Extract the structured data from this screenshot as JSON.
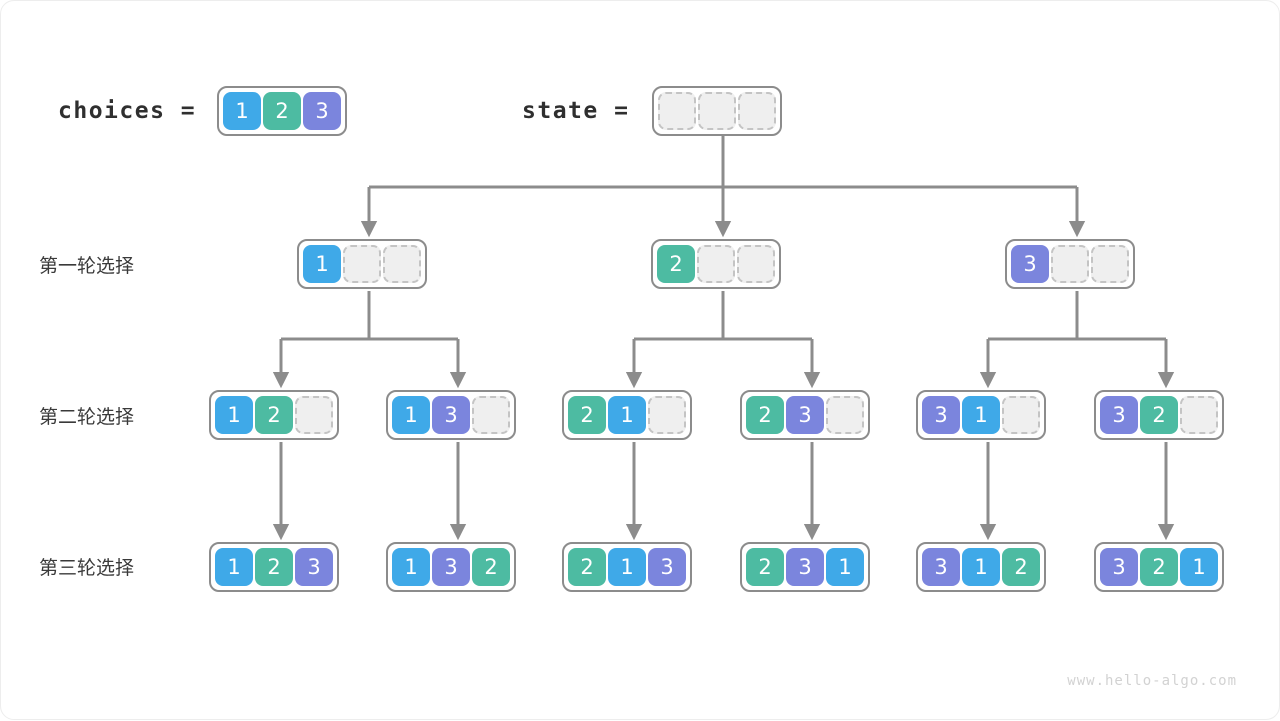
{
  "page": {
    "watermark": "www.hello-algo.com",
    "colors": {
      "value1": "#3fa9e8",
      "value2": "#4dbba2",
      "value3": "#7b85dd",
      "empty_fill": "#efefef",
      "empty_border": "#c4c4c4",
      "array_border": "#8c8c8c",
      "edge": "#8c8c8c",
      "text": "#3a3a3a",
      "watermark_color": "#d2d2d2",
      "background": "#ffffff"
    }
  },
  "header": {
    "choices_label": "choices =",
    "state_label": "state =",
    "choices_cells": [
      "1",
      "2",
      "3"
    ],
    "state_cells": [
      "",
      "",
      ""
    ]
  },
  "row_labels": {
    "round1": "第一轮选择",
    "round2": "第二轮选择",
    "round3": "第三轮选择"
  },
  "tree": {
    "level1": [
      {
        "cells": [
          "1",
          "",
          ""
        ]
      },
      {
        "cells": [
          "2",
          "",
          ""
        ]
      },
      {
        "cells": [
          "3",
          "",
          ""
        ]
      }
    ],
    "level2": [
      {
        "cells": [
          "1",
          "2",
          ""
        ]
      },
      {
        "cells": [
          "1",
          "3",
          ""
        ]
      },
      {
        "cells": [
          "2",
          "1",
          ""
        ]
      },
      {
        "cells": [
          "2",
          "3",
          ""
        ]
      },
      {
        "cells": [
          "3",
          "1",
          ""
        ]
      },
      {
        "cells": [
          "3",
          "2",
          ""
        ]
      }
    ],
    "level3": [
      {
        "cells": [
          "1",
          "2",
          "3"
        ]
      },
      {
        "cells": [
          "1",
          "3",
          "2"
        ]
      },
      {
        "cells": [
          "2",
          "1",
          "3"
        ]
      },
      {
        "cells": [
          "2",
          "3",
          "1"
        ]
      },
      {
        "cells": [
          "3",
          "1",
          "2"
        ]
      },
      {
        "cells": [
          "3",
          "2",
          "1"
        ]
      }
    ]
  }
}
